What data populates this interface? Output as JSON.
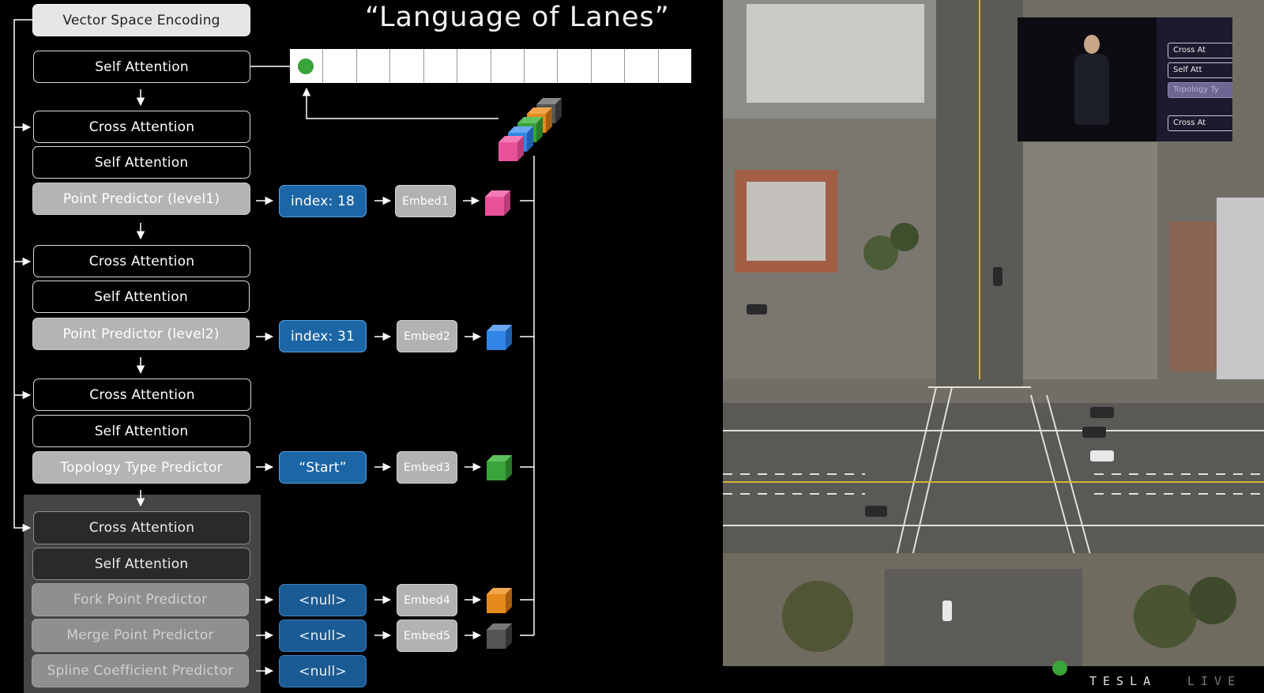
{
  "title": "“Language of Lanes”",
  "encoder": {
    "vector_space_encoding": "Vector Space Encoding",
    "self_attention": "Self Attention"
  },
  "level1": {
    "cross_attention": "Cross Attention",
    "self_attention": "Self Attention",
    "predictor": "Point Predictor (level1)",
    "token": "index: 18",
    "embed": "Embed1",
    "cube_color": "#e8529a"
  },
  "level2": {
    "cross_attention": "Cross Attention",
    "self_attention": "Self Attention",
    "predictor": "Point Predictor (level2)",
    "token": "index: 31",
    "embed": "Embed2",
    "cube_color": "#2f86e6"
  },
  "level3": {
    "cross_attention": "Cross Attention",
    "self_attention": "Self Attention",
    "predictor": "Topology Type Predictor",
    "token": "“Start”",
    "embed": "Embed3",
    "cube_color": "#3aa33a"
  },
  "level4": {
    "cross_attention": "Cross Attention",
    "self_attention": "Self Attention",
    "fork": {
      "predictor": "Fork Point Predictor",
      "token": "<null>",
      "embed": "Embed4",
      "cube_color": "#e48a1c"
    },
    "merge": {
      "predictor": "Merge Point Predictor",
      "token": "<null>",
      "embed": "Embed5",
      "cube_color": "#555555"
    },
    "spline": {
      "predictor": "Spline Coefficient Predictor",
      "token": "<null>"
    }
  },
  "stack_colors": [
    "#e8529a",
    "#2f86e6",
    "#3aa33a",
    "#e48a1c",
    "#555555"
  ],
  "inset": {
    "labels": [
      "Cross At",
      "Self Att",
      "Topology Ty",
      "Cross At"
    ]
  },
  "logo": {
    "brand": "TESLA",
    "suffix": "LIVE"
  }
}
